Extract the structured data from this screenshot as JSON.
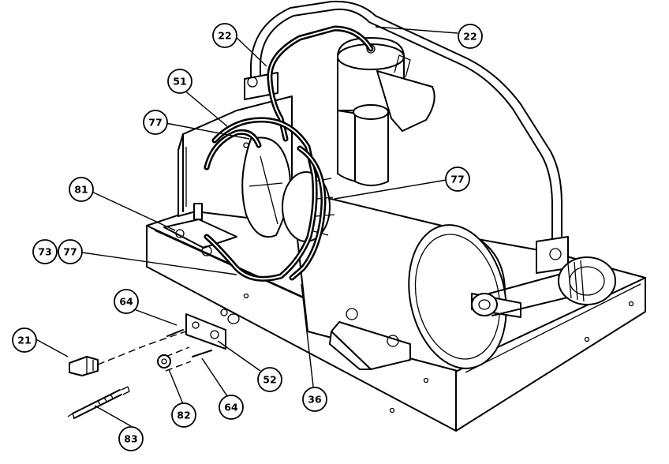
{
  "callouts": [
    {
      "id": "c22a",
      "label": "22"
    },
    {
      "id": "c22b",
      "label": "22"
    },
    {
      "id": "c51",
      "label": "51"
    },
    {
      "id": "c77a",
      "label": "77"
    },
    {
      "id": "c77b",
      "label": "77"
    },
    {
      "id": "c81",
      "label": "81"
    },
    {
      "id": "c73",
      "label": "73"
    },
    {
      "id": "c77c",
      "label": "77"
    },
    {
      "id": "c64a",
      "label": "64"
    },
    {
      "id": "c21",
      "label": "21"
    },
    {
      "id": "c52",
      "label": "52"
    },
    {
      "id": "c36",
      "label": "36"
    },
    {
      "id": "c82",
      "label": "82"
    },
    {
      "id": "c64b",
      "label": "64"
    },
    {
      "id": "c83",
      "label": "83"
    }
  ]
}
